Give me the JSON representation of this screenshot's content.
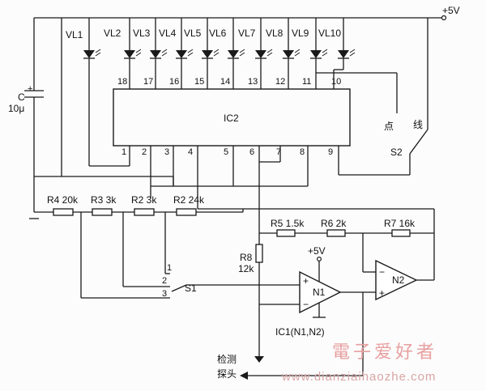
{
  "power": {
    "label": "+5V"
  },
  "capacitor": {
    "name": "C",
    "value": "10μ"
  },
  "leds": [
    "VL1",
    "VL2",
    "VL3",
    "VL4",
    "VL5",
    "VL6",
    "VL7",
    "VL8",
    "VL9",
    "VL10"
  ],
  "ic2": {
    "label": "IC2",
    "top_pins": [
      "18",
      "17",
      "16",
      "15",
      "14",
      "13",
      "12",
      "11",
      "10"
    ],
    "bottom_pins": [
      "1",
      "2",
      "3",
      "4",
      "5",
      "6",
      "7",
      "8",
      "9"
    ]
  },
  "switch_s2": {
    "label": "S2",
    "pos_dot": "点",
    "pos_line": "线"
  },
  "resistors": {
    "r4": "R4 20k",
    "r3": "R3 3k",
    "r2": "R2 3k",
    "r2b": "R2 24k",
    "r5": "R5 1.5k",
    "r6": "R6 2k",
    "r7": "R7 16k",
    "r8_name": "R8",
    "r8_value": "12k"
  },
  "switch_s1": {
    "label": "S1",
    "positions": [
      "1",
      "2",
      "3"
    ]
  },
  "opamps": {
    "n1": "N1",
    "n2": "N2",
    "plus": "+",
    "minus": "−",
    "supply": "+5V",
    "ic_label": "IC1(N1,N2)"
  },
  "probe": {
    "line1": "检测",
    "line2": "探头"
  },
  "watermark": {
    "cn": "電子爱好者",
    "url": "www.dianziaihaozhe.com"
  }
}
